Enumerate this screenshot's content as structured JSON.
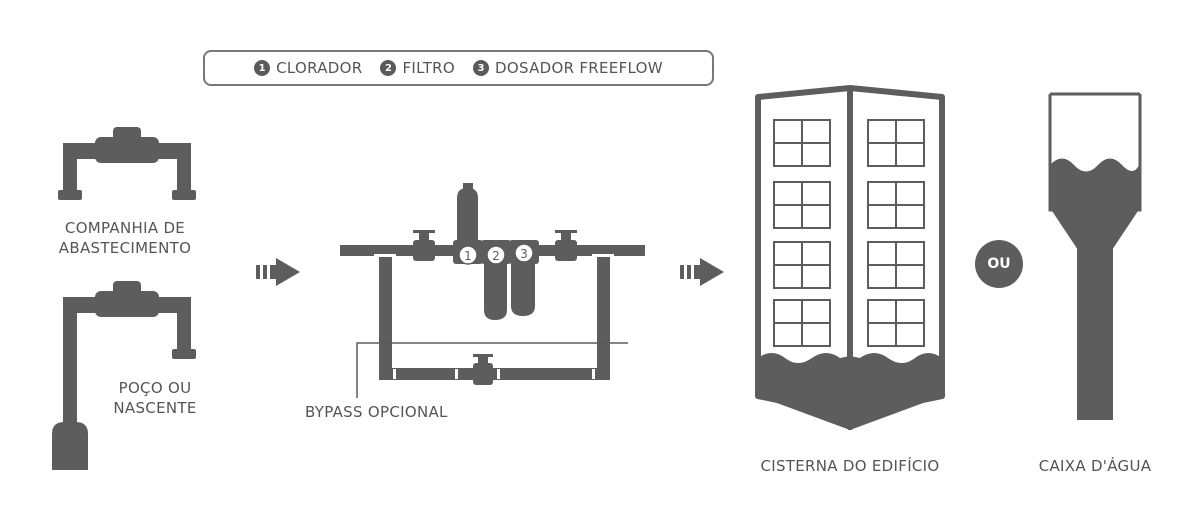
{
  "legend": [
    {
      "num": "1",
      "label": "CLORADOR"
    },
    {
      "num": "2",
      "label": "FILTRO"
    },
    {
      "num": "3",
      "label": "DOSADOR FREEFLOW"
    }
  ],
  "sources": {
    "supply_line1": "COMPANHIA DE",
    "supply_line2": "ABASTECIMENTO",
    "well_line1": "POÇO OU",
    "well_line2": "NASCENTE"
  },
  "bypass_label": "BYPASS OPCIONAL",
  "filter_numbers": [
    "1",
    "2",
    "3"
  ],
  "building_label": "CISTERNA DO EDIFÍCIO",
  "or_label": "OU",
  "tank_label": "CAIXA D'ÁGUA",
  "colors": {
    "shape": "#5d5d5d",
    "text": "#555555",
    "outline": "#777777"
  }
}
